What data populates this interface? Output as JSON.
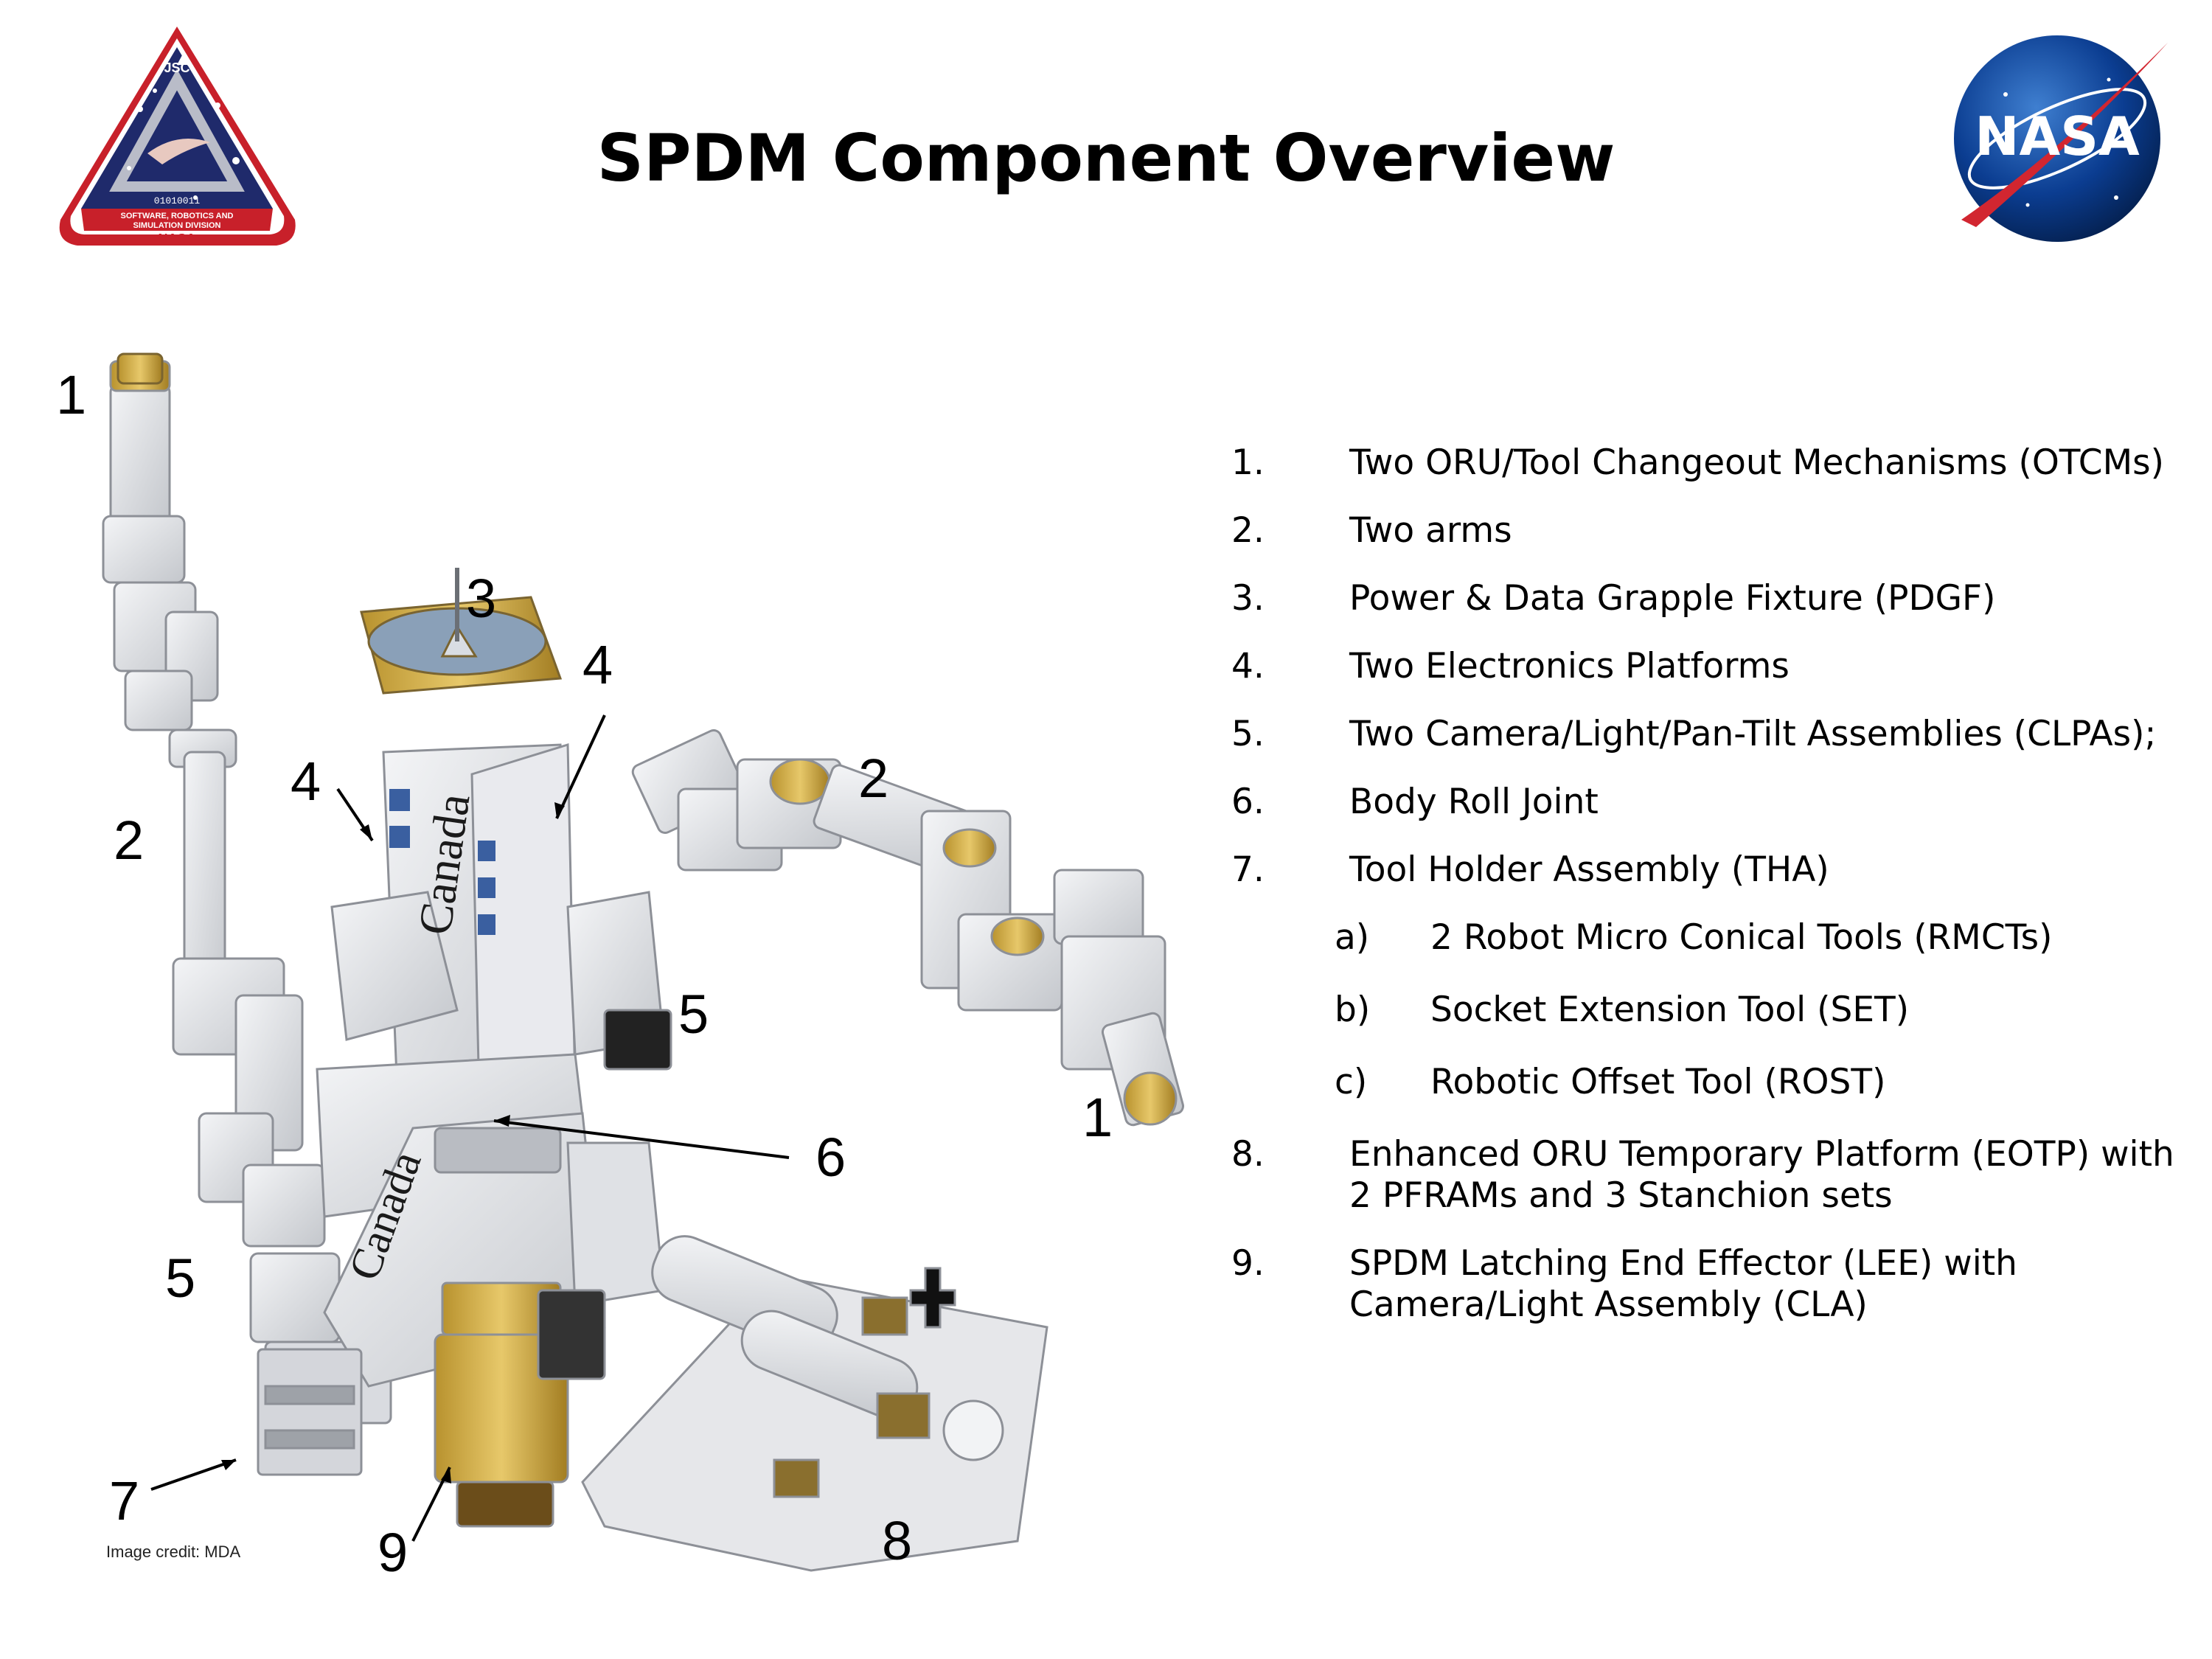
{
  "title": "SPDM Component Overview",
  "jsc_logo": {
    "top_text": "JSC",
    "binary": "01010011",
    "division_line1": "SOFTWARE, ROBOTICS AND",
    "division_line2": "SIMULATION DIVISION",
    "agency": "NASA"
  },
  "nasa_logo": {
    "text": "NASA"
  },
  "diagram": {
    "callouts": [
      "1",
      "2",
      "3",
      "4",
      "4",
      "2",
      "5",
      "1",
      "6",
      "5",
      "7",
      "9",
      "8"
    ],
    "brand_text": "Canada",
    "credit": "Image credit: MDA"
  },
  "components": [
    {
      "num": "1.",
      "text": "Two ORU/Tool Changeout Mechanisms (OTCMs)"
    },
    {
      "num": "2.",
      "text": "Two arms"
    },
    {
      "num": "3.",
      "text": "Power & Data Grapple Fixture (PDGF)"
    },
    {
      "num": "4.",
      "text": "Two Electronics Platforms"
    },
    {
      "num": "5.",
      "text": "Two Camera/Light/Pan-Tilt Assemblies (CLPAs);"
    },
    {
      "num": "6.",
      "text": "Body Roll Joint"
    },
    {
      "num": "7.",
      "text": "Tool Holder Assembly (THA)"
    },
    {
      "num": "a)",
      "text": "2 Robot Micro Conical Tools (RMCTs)"
    },
    {
      "num": "b)",
      "text": "Socket Extension Tool (SET)"
    },
    {
      "num": "c)",
      "text": "Robotic Offset Tool (ROST)"
    },
    {
      "num": "8.",
      "text": "Enhanced ORU Temporary Platform (EOTP) with 2 PFRAMs and 3 Stanchion sets"
    },
    {
      "num": "9.",
      "text": "SPDM Latching End Effector (LEE) with Camera/Light Assembly (CLA)"
    }
  ]
}
